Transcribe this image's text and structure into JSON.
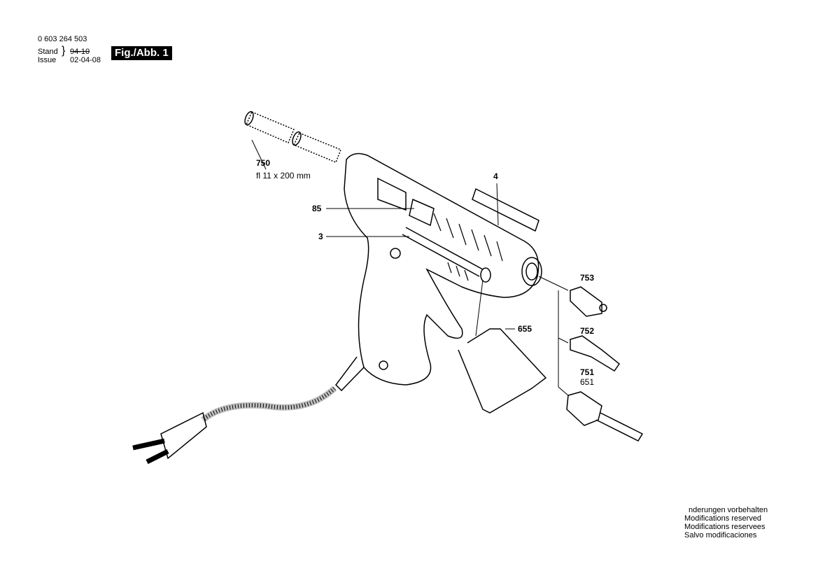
{
  "header": {
    "part_number": "0 603 264 503",
    "stand_label": "Stand",
    "issue_label": "Issue",
    "stand_value": "94-10",
    "issue_value": "02-04-08",
    "figure_label": "Fig./Abb. 1"
  },
  "callouts": {
    "p750": "750",
    "p750_note": "fl 11 x 200 mm",
    "p4": "4",
    "p85": "85",
    "p3": "3",
    "p753": "753",
    "p655": "655",
    "p752": "752",
    "p751": "751",
    "p651": "651"
  },
  "footer": {
    "lines": [
      "nderungen vorbehalten",
      "Modifications reserved",
      "Modifications reservees",
      "Salvo modificaciones"
    ]
  }
}
